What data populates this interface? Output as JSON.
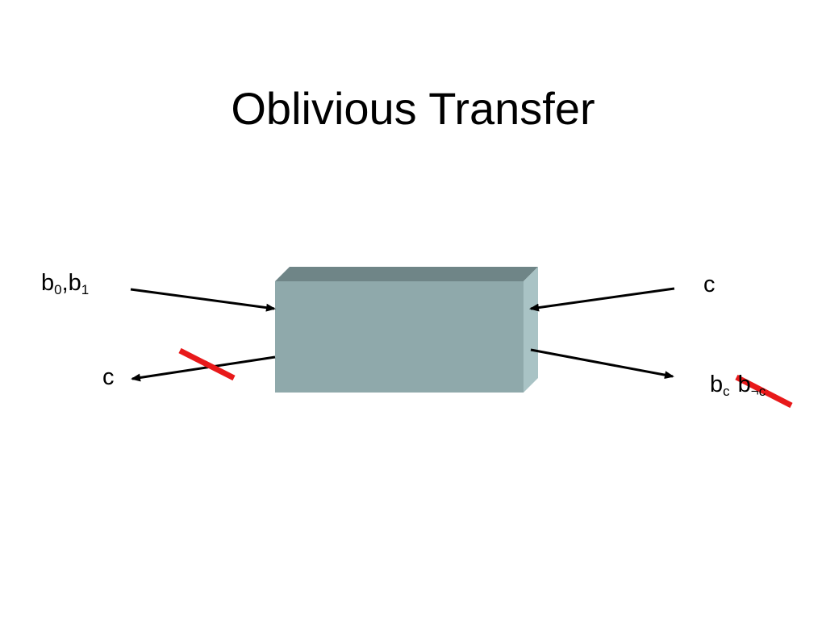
{
  "slide": {
    "title": "Oblivious Transfer"
  },
  "diagram": {
    "box_colors": {
      "front": "#8fa9ab",
      "top": "#6f8587",
      "side": "#a9c3c5"
    },
    "strike_color": "#e8191a",
    "arrow_color": "#000000",
    "labels": {
      "sender_input_b": "b",
      "sender_input_sub0": "0",
      "sender_input_sep": ",b",
      "sender_input_sub1": "1",
      "receiver_input": "c",
      "sender_output": "c",
      "receiver_output_b": "b",
      "receiver_output_sub_c": "c",
      "receiver_output_other_b": "b",
      "receiver_output_sub_not_c": "¬c"
    },
    "icons": {
      "box": "ot-black-box-icon",
      "strike": "red-strike-icon"
    }
  }
}
